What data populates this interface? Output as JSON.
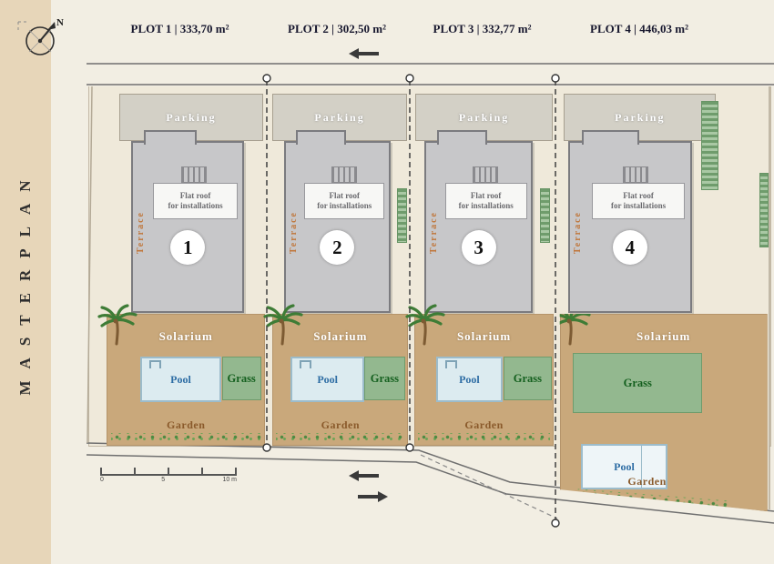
{
  "sidebar": {
    "title": "MASTERPLAN"
  },
  "compass": {
    "north_label": "N"
  },
  "header": {
    "plot_labels": [
      "PLOT 1 | 333,70 m²",
      "PLOT 2 | 302,50 m²",
      "PLOT 3 | 332,77 m²",
      "PLOT 4 | 446,03 m²"
    ]
  },
  "plots": [
    {
      "number": "1",
      "parking_label": "Parking",
      "flat_roof_label": "Flat roof\nfor installations",
      "terrace_label": "Terrace",
      "solarium_label": "Solarium",
      "pool_label": "Pool",
      "grass_label": "Grass",
      "garden_label": "Garden"
    },
    {
      "number": "2",
      "parking_label": "Parking",
      "flat_roof_label": "Flat roof\nfor installations",
      "terrace_label": "Terrace",
      "solarium_label": "Solarium",
      "pool_label": "Pool",
      "grass_label": "Grass",
      "garden_label": "Garden"
    },
    {
      "number": "3",
      "parking_label": "Parking",
      "flat_roof_label": "Flat roof\nfor installations",
      "terrace_label": "Terrace",
      "solarium_label": "Solarium",
      "pool_label": "Pool",
      "grass_label": "Grass",
      "garden_label": "Garden"
    },
    {
      "number": "4",
      "parking_label": "Parking",
      "flat_roof_label": "Flat roof\nfor installations",
      "terrace_label": "Terrace",
      "solarium_label": "Solarium",
      "pool_label": "Pool",
      "grass_label": "Grass",
      "garden_label": "Garden"
    }
  ],
  "scale_bar": {
    "start": "0",
    "mid": "5",
    "end": "10 m"
  },
  "colors": {
    "sidebar_tan": "#e7d6b9",
    "solarium_tan": "#c9a87b",
    "pool_blue": "#dcebf0",
    "pool_text": "#2e6da4",
    "grass_green": "#93b88f",
    "grass_text": "#15601f",
    "garden_text": "#8a5a2b",
    "terrace_text": "#c0763a",
    "parking_gray": "#d3d0c6",
    "building_gray": "#c7c7c9"
  }
}
